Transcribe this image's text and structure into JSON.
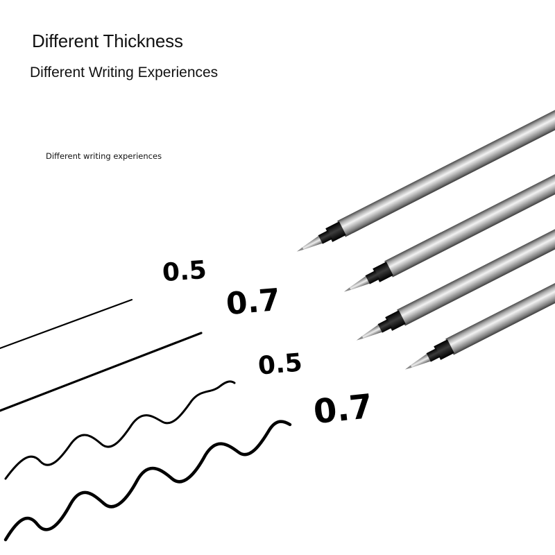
{
  "heading": {
    "title": "Different Thickness",
    "subtitle": "Different Writing Experiences",
    "caption": "Different writing experiences"
  },
  "samples": [
    {
      "label": "0.5",
      "stroke": "straight"
    },
    {
      "label": "0.7",
      "stroke": "straight"
    },
    {
      "label": "0.5",
      "stroke": "wavy"
    },
    {
      "label": "0.7",
      "stroke": "wavy"
    }
  ],
  "colors": {
    "ink": "#000000",
    "barrel": "#b9b9b9",
    "tip": "#1a1a1a"
  }
}
